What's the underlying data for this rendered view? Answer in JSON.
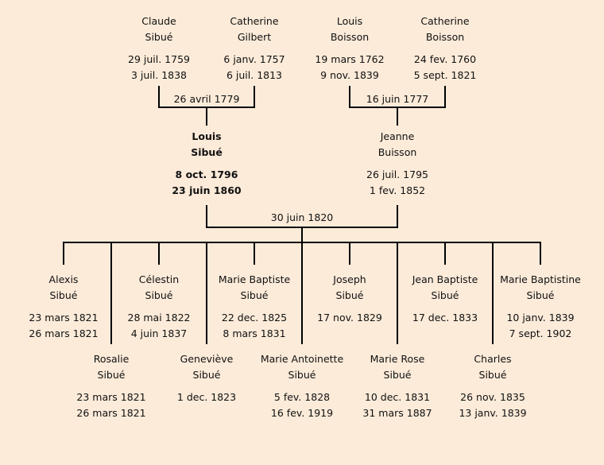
{
  "grandparents": [
    {
      "first": "Claude",
      "last": "Sibué",
      "birth": "29 juil. 1759",
      "death": "3 juil. 1838"
    },
    {
      "first": "Catherine",
      "last": "Gilbert",
      "birth": "6 janv. 1757",
      "death": "6 juil. 1813"
    },
    {
      "first": "Louis",
      "last": "Boisson",
      "birth": "19 mars 1762",
      "death": "9 nov. 1839"
    },
    {
      "first": "Catherine",
      "last": "Boisson",
      "birth": "24 fev. 1760",
      "death": "5 sept. 1821"
    }
  ],
  "marriages": {
    "paternal": "26 avril 1779",
    "maternal": "16 juin 1777",
    "parents": "30 juin 1820"
  },
  "parents": [
    {
      "first": "Louis",
      "last": "Sibué",
      "birth": "8 oct. 1796",
      "death": "23 juin 1860",
      "highlighted": true
    },
    {
      "first": "Jeanne",
      "last": "Buisson",
      "birth": "26 juil. 1795",
      "death": "1 fev. 1852"
    }
  ],
  "children": [
    {
      "first": "Alexis",
      "last": "Sibué",
      "birth": "23 mars 1821",
      "death": "26 mars 1821"
    },
    {
      "first": "Rosalie",
      "last": "Sibué",
      "birth": "23 mars 1821",
      "death": "26 mars 1821"
    },
    {
      "first": "Célestin",
      "last": "Sibué",
      "birth": "28 mai 1822",
      "death": "4 juin 1837"
    },
    {
      "first": "Geneviève",
      "last": "Sibué",
      "birth": "1 dec. 1823"
    },
    {
      "first": "Marie Baptiste",
      "last": "Sibué",
      "birth": "22 dec. 1825",
      "death": "8 mars 1831"
    },
    {
      "first": "Marie Antoinette",
      "last": "Sibué",
      "birth": "5 fev. 1828",
      "death": "16 fev. 1919"
    },
    {
      "first": "Joseph",
      "last": "Sibué",
      "birth": "17 nov. 1829"
    },
    {
      "first": "Marie Rose",
      "last": "Sibué",
      "birth": "10 dec. 1831",
      "death": "31 mars 1887"
    },
    {
      "first": "Jean Baptiste",
      "last": "Sibué",
      "birth": "17 dec. 1833"
    },
    {
      "first": "Charles",
      "last": "Sibué",
      "birth": "26 nov. 1835",
      "death": "13 janv. 1839"
    },
    {
      "first": "Marie Baptistine",
      "last": "Sibué",
      "birth": "10 janv. 1839",
      "death": "7 sept. 1902"
    }
  ]
}
